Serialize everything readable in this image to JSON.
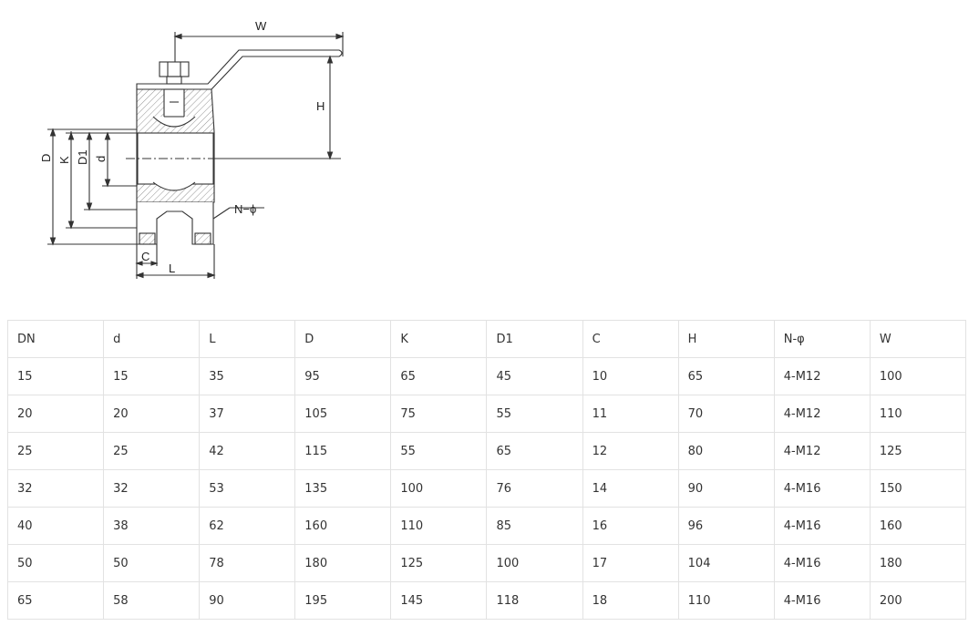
{
  "drawing": {
    "labels": {
      "w": "W",
      "h": "H",
      "d_outer": "D",
      "k": "K",
      "d1": "D1",
      "d_bore": "d",
      "n_phi": "N−ϕ",
      "c": "C",
      "l": "L"
    }
  },
  "table": {
    "columns": [
      "DN",
      "d",
      "L",
      "D",
      "K",
      "D1",
      "C",
      "H",
      "N-φ",
      "W"
    ],
    "rows": [
      [
        "15",
        "15",
        "35",
        "95",
        "65",
        "45",
        "10",
        "65",
        "4-M12",
        "100"
      ],
      [
        "20",
        "20",
        "37",
        "105",
        "75",
        "55",
        "11",
        "70",
        "4-M12",
        "110"
      ],
      [
        "25",
        "25",
        "42",
        "115",
        "55",
        "65",
        "12",
        "80",
        "4-M12",
        "125"
      ],
      [
        "32",
        "32",
        "53",
        "135",
        "100",
        "76",
        "14",
        "90",
        "4-M16",
        "150"
      ],
      [
        "40",
        "38",
        "62",
        "160",
        "110",
        "85",
        "16",
        "96",
        "4-M16",
        "160"
      ],
      [
        "50",
        "50",
        "78",
        "180",
        "125",
        "100",
        "17",
        "104",
        "4-M16",
        "180"
      ],
      [
        "65",
        "58",
        "90",
        "195",
        "145",
        "118",
        "18",
        "110",
        "4-M16",
        "200"
      ]
    ]
  }
}
